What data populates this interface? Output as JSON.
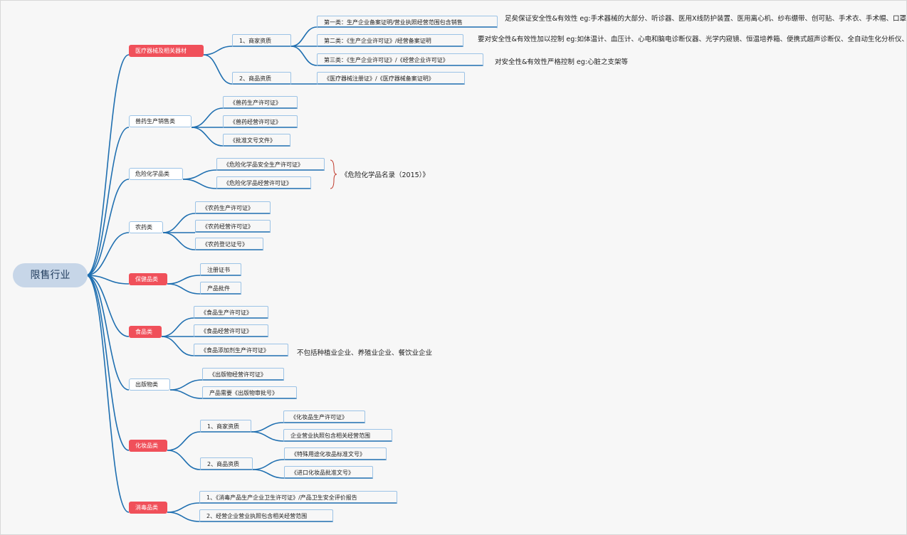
{
  "root": "限售行业",
  "categories": {
    "medical": "医疗器械及相关器材",
    "vet": "兽药生产销售类",
    "chem": "危险化学品类",
    "pest": "农药类",
    "health": "保健品类",
    "food": "食品类",
    "pub": "出版物类",
    "cosm": "化妆品类",
    "disinf": "消毒品类"
  },
  "medical": {
    "merchant": "1、商家资质",
    "goods": "2、商品资质",
    "class1": "第一类：生产企业备案证明/营业执照经营范围包含销售",
    "class2": "第二类：《生产企业许可证》/经营备案证明",
    "class3": "第三类：《生产企业许可证》/《经营企业许可证》",
    "goods_cert": "《医疗器械注册证》/《医疗器械备案证明》",
    "note1": "足矣保证安全性&有效性 eg:手术器械的大部分、听诊器、医用X线防护装置、医用离心机、纱布绷带、创可贴、手术衣、手术帽、口罩",
    "note2": "要对安全性&有效性加以控制 eg:如体温计、血压计、心电和脑电诊断仪器、光学内窥镜、恒温培养箱、便携式超声诊断仪、全自动生化分析仪、",
    "note3": "对安全性&有效性严格控制  eg:心脏之支架等"
  },
  "vet": {
    "a": "《兽药生产许可证》",
    "b": "《兽药经营许可证》",
    "c": "《批准文号文件》"
  },
  "chem": {
    "a": "《危险化学品安全生产许可证》",
    "b": "《危险化学品经营许可证》",
    "summary": "《危险化学品名录（2015）》"
  },
  "pest": {
    "a": "《农药生产许可证》",
    "b": "《农药经营许可证》",
    "c": "《农药登记证号》"
  },
  "health": {
    "a": "注册证书",
    "b": "产品批件"
  },
  "food": {
    "a": "《食品生产许可证》",
    "b": "《食品经营许可证》",
    "c": "《食品添加剂生产许可证》",
    "note": "不包括种植业企业、养殖业企业、餐饮业企业"
  },
  "pub": {
    "a": "《出版物经营许可证》",
    "b": "产品需要《出版物审批号》"
  },
  "cosm": {
    "merchant": "1、商家资质",
    "goods": "2、商品资质",
    "m1": "《化妆品生产许可证》",
    "m2": "企业营业执照包含相关经营范围",
    "g1": "《特殊用途化妆品标准文号》",
    "g2": "《进口化妆品批准文号》"
  },
  "disinf": {
    "a": "1、《消毒产品生产企业卫生许可证》/产品卫生安全评价报告",
    "b": "2、经营企业营业执照包含相关经营范围"
  },
  "colors": {
    "line": "#1f6fb0",
    "red": "#f0505a",
    "root": "#c7d6e8",
    "border": "#9cc3e6"
  }
}
